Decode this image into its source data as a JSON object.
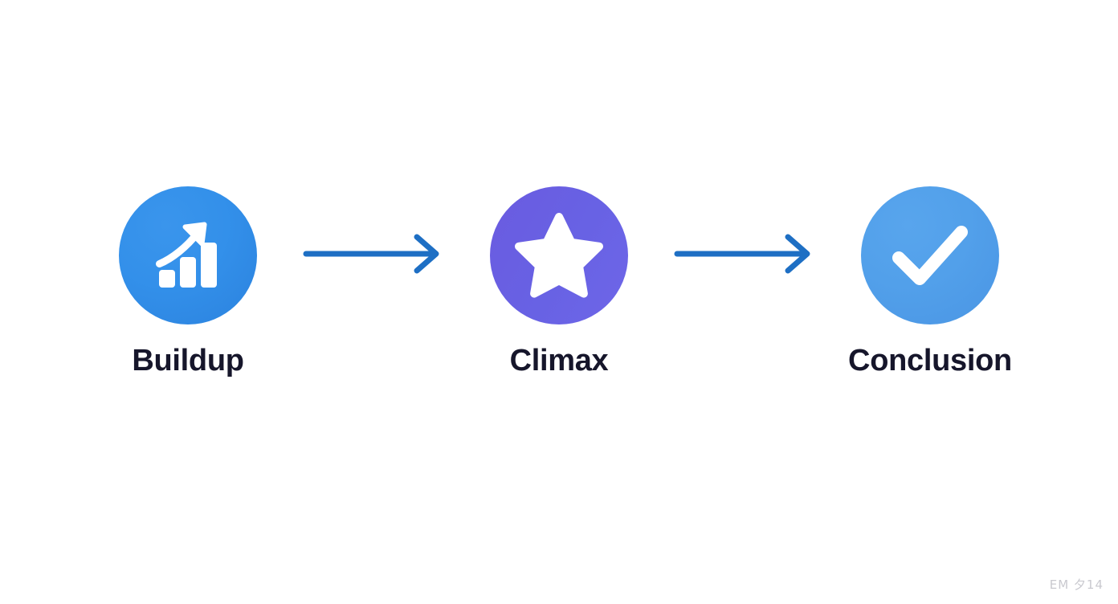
{
  "diagram": {
    "type": "horizontal-flow",
    "background_color": "#ffffff",
    "label_color": "#16162b",
    "arrow_color": "#1e6fc4",
    "watermark": "EM 夕14",
    "nodes": [
      {
        "label": "Buildup",
        "icon": "growth-chart-icon",
        "circle_color_start": "#3390EA",
        "circle_color_end": "#2B82DE",
        "icon_color": "#ffffff"
      },
      {
        "label": "Climax",
        "icon": "star-icon",
        "circle_color_start": "#6A5BE0",
        "circle_color_end": "#6E66E8",
        "icon_color": "#ffffff"
      },
      {
        "label": "Conclusion",
        "icon": "check-icon",
        "circle_color_start": "#52A0EA",
        "circle_color_end": "#4A95E4",
        "icon_color": "#ffffff"
      }
    ],
    "connectors": [
      {
        "from": "Buildup",
        "to": "Climax",
        "icon": "arrow-right-icon"
      },
      {
        "from": "Climax",
        "to": "Conclusion",
        "icon": "arrow-right-icon"
      }
    ]
  }
}
